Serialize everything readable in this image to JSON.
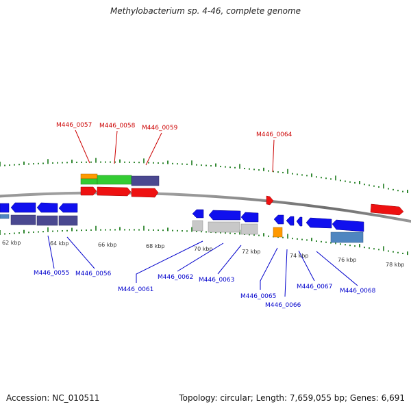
{
  "title": "Methylobacterium sp. 4-46, complete genome",
  "footer": {
    "accession": "Accession: NC_010511",
    "summary": "Topology: circular; Length: 7,659,055 bp; Genes: 6,691"
  },
  "scale_labels": [
    "62 kbp",
    "64 kbp",
    "66 kbp",
    "68 kbp",
    "70 kbp",
    "72 kbp",
    "74 kbp",
    "76 kbp",
    "78 kbp"
  ],
  "top_gene_labels": [
    "M446_0057",
    "M446_0058",
    "M446_0059",
    "M446_0064"
  ],
  "bottom_gene_labels": [
    "M446_0055",
    "M446_0056",
    "M446_0061",
    "M446_0062",
    "M446_0063",
    "M446_0065",
    "M446_0066",
    "M446_0067",
    "M446_0068"
  ],
  "colors": {
    "top_label": "#cc0000",
    "bottom_label": "#0000cc",
    "backbone": "#808080",
    "tick": "#1a7a1a",
    "gene_red": "#ee1111",
    "gene_blue": "#1010ee",
    "cog_orange": "#ff9900",
    "cog_green": "#33cc33",
    "cog_purple": "#4a4890",
    "cog_gray": "#c8c8c8",
    "cog_steel": "#4f86c0"
  }
}
